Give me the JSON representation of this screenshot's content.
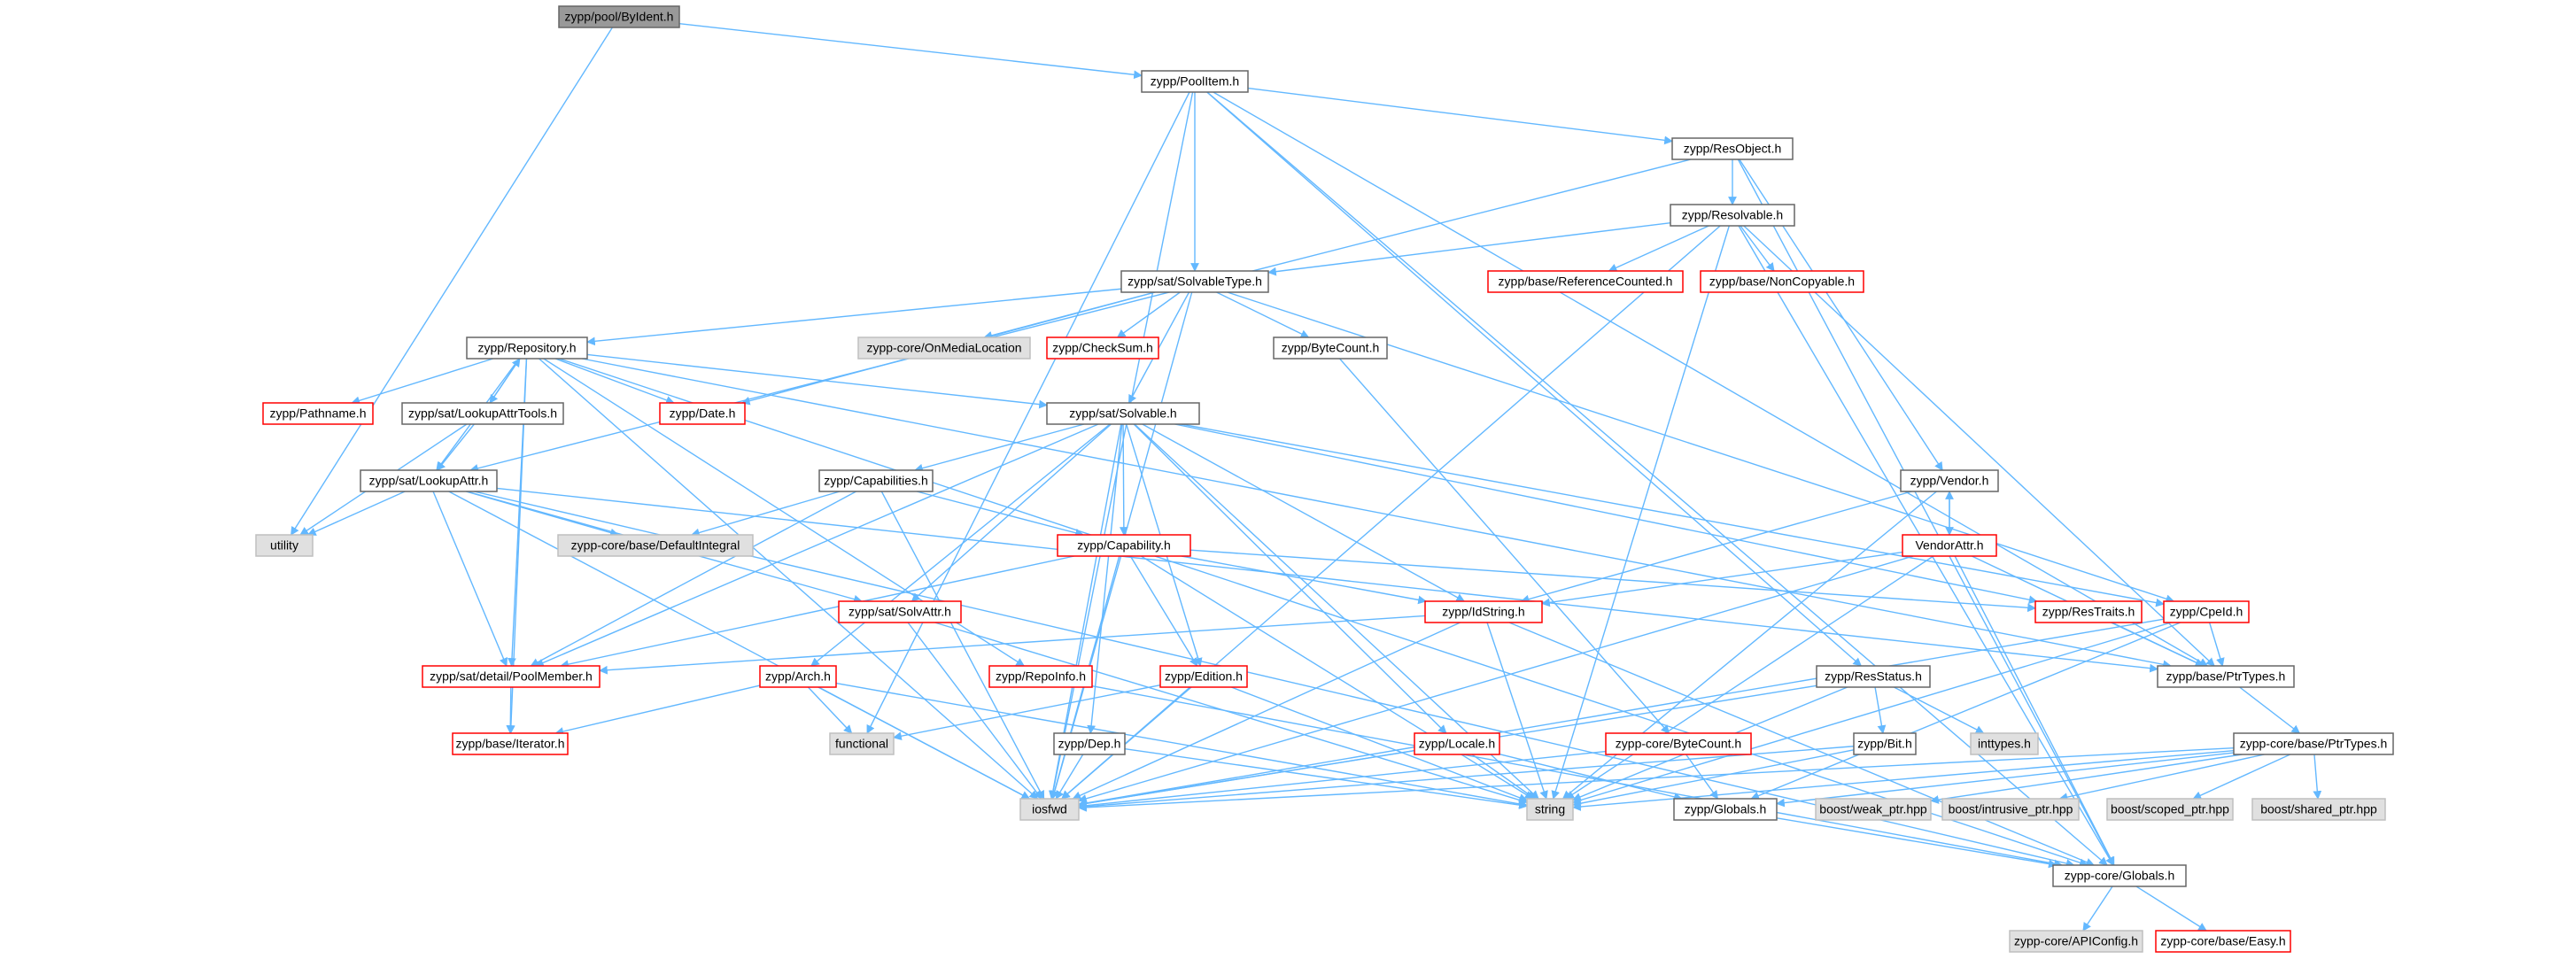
{
  "diagram": {
    "title": "zypp/pool/ByIdent.h",
    "colors": {
      "edge": "#63b8ff",
      "normal_border": "#666666",
      "normal_fill": "#ffffff",
      "missing_border": "#ff0000",
      "missing_fill": "#ffffff",
      "external_border": "#bfbfbf",
      "external_fill": "#e0e0e0",
      "root_border": "#666666",
      "root_fill": "#999999"
    },
    "nodes": [
      {
        "id": "n0",
        "label": "zypp/pool/ByIdent.h",
        "kind": "root"
      },
      {
        "id": "n1",
        "label": "zypp/PoolItem.h",
        "kind": "normal"
      },
      {
        "id": "n2",
        "label": "zypp/ResObject.h",
        "kind": "normal"
      },
      {
        "id": "n3",
        "label": "zypp/Resolvable.h",
        "kind": "normal"
      },
      {
        "id": "n4",
        "label": "zypp/sat/SolvableType.h",
        "kind": "normal"
      },
      {
        "id": "n5",
        "label": "zypp/base/ReferenceCounted.h",
        "kind": "missing"
      },
      {
        "id": "n6",
        "label": "zypp/base/NonCopyable.h",
        "kind": "missing"
      },
      {
        "id": "n7",
        "label": "zypp/Repository.h",
        "kind": "normal"
      },
      {
        "id": "n8",
        "label": "zypp-core/OnMediaLocation",
        "kind": "external"
      },
      {
        "id": "n9",
        "label": "zypp/CheckSum.h",
        "kind": "missing"
      },
      {
        "id": "n10",
        "label": "zypp/ByteCount.h",
        "kind": "normal"
      },
      {
        "id": "n11",
        "label": "zypp/Pathname.h",
        "kind": "missing"
      },
      {
        "id": "n12",
        "label": "zypp/sat/LookupAttrTools.h",
        "kind": "normal"
      },
      {
        "id": "n13",
        "label": "zypp/Date.h",
        "kind": "missing"
      },
      {
        "id": "n14",
        "label": "zypp/sat/Solvable.h",
        "kind": "normal"
      },
      {
        "id": "n15",
        "label": "zypp/sat/LookupAttr.h",
        "kind": "normal"
      },
      {
        "id": "n16",
        "label": "zypp/Capabilities.h",
        "kind": "normal"
      },
      {
        "id": "n17",
        "label": "zypp/Vendor.h",
        "kind": "normal"
      },
      {
        "id": "n18",
        "label": "utility",
        "kind": "external"
      },
      {
        "id": "n19",
        "label": "zypp-core/base/DefaultIntegral",
        "kind": "external"
      },
      {
        "id": "n20",
        "label": "zypp/Capability.h",
        "kind": "missing"
      },
      {
        "id": "n21",
        "label": "VendorAttr.h",
        "kind": "missing"
      },
      {
        "id": "n22",
        "label": "zypp/sat/SolvAttr.h",
        "kind": "missing"
      },
      {
        "id": "n23",
        "label": "zypp/IdString.h",
        "kind": "missing"
      },
      {
        "id": "n24",
        "label": "zypp/ResTraits.h",
        "kind": "missing"
      },
      {
        "id": "n25",
        "label": "zypp/CpeId.h",
        "kind": "missing"
      },
      {
        "id": "n26",
        "label": "zypp/sat/detail/PoolMember.h",
        "kind": "missing"
      },
      {
        "id": "n27",
        "label": "zypp/Arch.h",
        "kind": "missing"
      },
      {
        "id": "n28",
        "label": "zypp/RepoInfo.h",
        "kind": "missing"
      },
      {
        "id": "n29",
        "label": "zypp/Edition.h",
        "kind": "missing"
      },
      {
        "id": "n30",
        "label": "zypp/ResStatus.h",
        "kind": "normal"
      },
      {
        "id": "n31",
        "label": "zypp/base/PtrTypes.h",
        "kind": "normal"
      },
      {
        "id": "n32",
        "label": "zypp/base/Iterator.h",
        "kind": "missing"
      },
      {
        "id": "n33",
        "label": "functional",
        "kind": "external"
      },
      {
        "id": "n34",
        "label": "zypp/Dep.h",
        "kind": "normal"
      },
      {
        "id": "n35",
        "label": "zypp/Locale.h",
        "kind": "missing"
      },
      {
        "id": "n36",
        "label": "zypp-core/ByteCount.h",
        "kind": "missing"
      },
      {
        "id": "n37",
        "label": "zypp/Bit.h",
        "kind": "normal"
      },
      {
        "id": "n38",
        "label": "inttypes.h",
        "kind": "external"
      },
      {
        "id": "n39",
        "label": "zypp-core/base/PtrTypes.h",
        "kind": "normal"
      },
      {
        "id": "n40",
        "label": "iosfwd",
        "kind": "external"
      },
      {
        "id": "n41",
        "label": "string",
        "kind": "external"
      },
      {
        "id": "n42",
        "label": "zypp/Globals.h",
        "kind": "normal"
      },
      {
        "id": "n43",
        "label": "boost/weak_ptr.hpp",
        "kind": "external"
      },
      {
        "id": "n44",
        "label": "boost/intrusive_ptr.hpp",
        "kind": "external"
      },
      {
        "id": "n45",
        "label": "boost/scoped_ptr.hpp",
        "kind": "external"
      },
      {
        "id": "n46",
        "label": "boost/shared_ptr.hpp",
        "kind": "external"
      },
      {
        "id": "n47",
        "label": "zypp-core/Globals.h",
        "kind": "normal"
      },
      {
        "id": "n48",
        "label": "zypp-core/APIConfig.h",
        "kind": "external"
      },
      {
        "id": "n49",
        "label": "zypp-core/base/Easy.h",
        "kind": "missing"
      }
    ],
    "edges": [
      [
        "n0",
        "n1"
      ],
      [
        "n0",
        "n18"
      ],
      [
        "n1",
        "n2"
      ],
      [
        "n1",
        "n4"
      ],
      [
        "n1",
        "n30"
      ],
      [
        "n1",
        "n31"
      ],
      [
        "n1",
        "n40"
      ],
      [
        "n1",
        "n47"
      ],
      [
        "n1",
        "n33"
      ],
      [
        "n2",
        "n3"
      ],
      [
        "n2",
        "n15"
      ],
      [
        "n2",
        "n17"
      ],
      [
        "n2",
        "n47"
      ],
      [
        "n3",
        "n4"
      ],
      [
        "n3",
        "n5"
      ],
      [
        "n3",
        "n6"
      ],
      [
        "n3",
        "n31"
      ],
      [
        "n3",
        "n40"
      ],
      [
        "n3",
        "n41"
      ],
      [
        "n3",
        "n47"
      ],
      [
        "n4",
        "n7"
      ],
      [
        "n4",
        "n8"
      ],
      [
        "n4",
        "n9"
      ],
      [
        "n4",
        "n10"
      ],
      [
        "n4",
        "n13"
      ],
      [
        "n4",
        "n14"
      ],
      [
        "n4",
        "n25"
      ],
      [
        "n4",
        "n40"
      ],
      [
        "n7",
        "n11"
      ],
      [
        "n7",
        "n12"
      ],
      [
        "n7",
        "n13"
      ],
      [
        "n7",
        "n14"
      ],
      [
        "n7",
        "n15"
      ],
      [
        "n7",
        "n26"
      ],
      [
        "n7",
        "n28"
      ],
      [
        "n7",
        "n32"
      ],
      [
        "n7",
        "n40"
      ],
      [
        "n7",
        "n47"
      ],
      [
        "n7",
        "n31"
      ],
      [
        "n10",
        "n36"
      ],
      [
        "n12",
        "n7"
      ],
      [
        "n12",
        "n15"
      ],
      [
        "n12",
        "n18"
      ],
      [
        "n14",
        "n16"
      ],
      [
        "n14",
        "n20"
      ],
      [
        "n14",
        "n22"
      ],
      [
        "n14",
        "n23"
      ],
      [
        "n14",
        "n24"
      ],
      [
        "n14",
        "n25"
      ],
      [
        "n14",
        "n26"
      ],
      [
        "n14",
        "n27"
      ],
      [
        "n14",
        "n29"
      ],
      [
        "n14",
        "n34"
      ],
      [
        "n14",
        "n35"
      ],
      [
        "n14",
        "n40"
      ],
      [
        "n14",
        "n41"
      ],
      [
        "n15",
        "n18"
      ],
      [
        "n15",
        "n19"
      ],
      [
        "n15",
        "n22"
      ],
      [
        "n15",
        "n26"
      ],
      [
        "n15",
        "n31"
      ],
      [
        "n15",
        "n40"
      ],
      [
        "n15",
        "n47"
      ],
      [
        "n16",
        "n19"
      ],
      [
        "n16",
        "n20"
      ],
      [
        "n16",
        "n26"
      ],
      [
        "n16",
        "n40"
      ],
      [
        "n17",
        "n21"
      ],
      [
        "n17",
        "n23"
      ],
      [
        "n17",
        "n41"
      ],
      [
        "n20",
        "n23"
      ],
      [
        "n20",
        "n24"
      ],
      [
        "n20",
        "n26"
      ],
      [
        "n20",
        "n29"
      ],
      [
        "n20",
        "n40"
      ],
      [
        "n20",
        "n41"
      ],
      [
        "n21",
        "n17"
      ],
      [
        "n21",
        "n23"
      ],
      [
        "n21",
        "n31"
      ],
      [
        "n21",
        "n40"
      ],
      [
        "n21",
        "n41"
      ],
      [
        "n21",
        "n47"
      ],
      [
        "n22",
        "n40"
      ],
      [
        "n22",
        "n41"
      ],
      [
        "n23",
        "n26"
      ],
      [
        "n23",
        "n40"
      ],
      [
        "n23",
        "n41"
      ],
      [
        "n23",
        "n47"
      ],
      [
        "n24",
        "n31"
      ],
      [
        "n25",
        "n40"
      ],
      [
        "n25",
        "n41"
      ],
      [
        "n25",
        "n31"
      ],
      [
        "n25",
        "n42"
      ],
      [
        "n26",
        "n32"
      ],
      [
        "n27",
        "n32"
      ],
      [
        "n27",
        "n33"
      ],
      [
        "n27",
        "n40"
      ],
      [
        "n27",
        "n41"
      ],
      [
        "n28",
        "n47"
      ],
      [
        "n29",
        "n33"
      ],
      [
        "n29",
        "n40"
      ],
      [
        "n29",
        "n41"
      ],
      [
        "n30",
        "n37"
      ],
      [
        "n30",
        "n38"
      ],
      [
        "n30",
        "n40"
      ],
      [
        "n30",
        "n41"
      ],
      [
        "n31",
        "n39"
      ],
      [
        "n34",
        "n40"
      ],
      [
        "n34",
        "n41"
      ],
      [
        "n35",
        "n40"
      ],
      [
        "n35",
        "n41"
      ],
      [
        "n35",
        "n42"
      ],
      [
        "n36",
        "n40"
      ],
      [
        "n36",
        "n42"
      ],
      [
        "n37",
        "n40"
      ],
      [
        "n37",
        "n41"
      ],
      [
        "n39",
        "n40"
      ],
      [
        "n39",
        "n41"
      ],
      [
        "n39",
        "n42"
      ],
      [
        "n39",
        "n43"
      ],
      [
        "n39",
        "n44"
      ],
      [
        "n39",
        "n45"
      ],
      [
        "n39",
        "n46"
      ],
      [
        "n42",
        "n47"
      ],
      [
        "n47",
        "n48"
      ],
      [
        "n47",
        "n49"
      ]
    ]
  }
}
